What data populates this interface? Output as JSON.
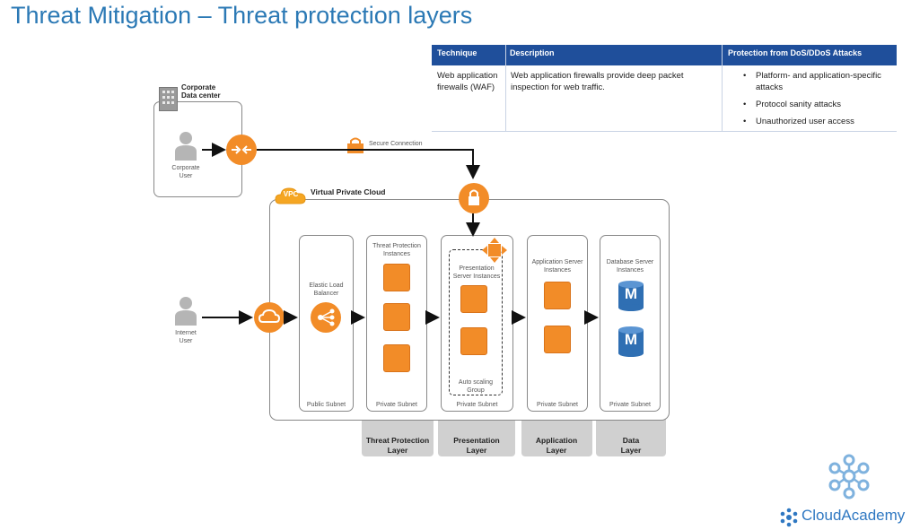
{
  "title": "Threat Mitigation – Threat protection layers",
  "table": {
    "headers": [
      "Technique",
      "Description",
      "Protection from DoS/DDoS Attacks"
    ],
    "technique": [
      "Web application",
      "firewalls (WAF)"
    ],
    "description": [
      "Web application firewalls provide deep packet",
      "inspection for web traffic."
    ],
    "protections": [
      "Platform- and application-specific attacks",
      "Protocol sanity attacks",
      "Unauthorized user access"
    ]
  },
  "diagram": {
    "corporate_dc": [
      "Corporate",
      "Data center"
    ],
    "corporate_user": [
      "Corporate",
      "User"
    ],
    "secure_connection": "Secure Connection",
    "vpc_badge": "VPC",
    "vpc_label": "Virtual Private Cloud",
    "internet_user": [
      "Internet",
      "User"
    ],
    "elb": [
      "Elastic Load",
      "Balancer"
    ],
    "threat_instances": [
      "Threat Protection",
      "Instances"
    ],
    "presentation_instances": [
      "Presentation",
      "Server Instances"
    ],
    "auto_scaling": [
      "Auto scaling",
      "Group"
    ],
    "app_instances": [
      "Application Server",
      "Instances"
    ],
    "db_instances": [
      "Database Server",
      "Instances"
    ],
    "db_icon_letter": "M",
    "public_subnet": "Public Subnet",
    "private_subnet": "Private Subnet",
    "layers": {
      "threat": [
        "Threat Protection",
        "Layer"
      ],
      "presentation": [
        "Presentation",
        "Layer"
      ],
      "application": [
        "Application",
        "Layer"
      ],
      "data": [
        "Data",
        "Layer"
      ]
    }
  },
  "brand": "CloudAcademy",
  "colors": {
    "title_blue": "#2b79b5",
    "table_header": "#1f4f9b",
    "aws_orange": "#f28c28",
    "db_blue": "#2f6fb3",
    "layer_gray": "#d0d0d0"
  }
}
